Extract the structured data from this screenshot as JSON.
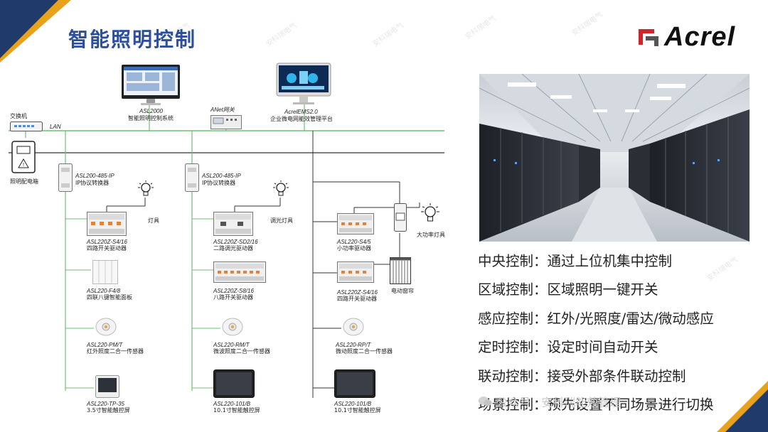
{
  "slide": {
    "title": "智能照明控制",
    "logo_text": "Acrel",
    "colors": {
      "title": "#2b4f9e",
      "accent_orange": "#e8a21c",
      "navy": "#1f3a6b",
      "bus_green": "#6fbf73",
      "logo_red": "#d2232a"
    }
  },
  "diagram": {
    "switch_label": "交换机",
    "lan_label": "LAN",
    "lighting_box_label": "照明配电箱",
    "pc1_model": "ASL2000",
    "pc1_desc": "智能照明控制系统",
    "gateway_label": "ANet网关",
    "pc2_model": "AcrelEMS2.0",
    "pc2_desc": "企业微电网能效管理平台",
    "conv1_model": "ASL200-485-IP",
    "conv1_desc": "IP协议转换器",
    "conv2_model": "ASL200-485-IP",
    "conv2_desc": "IP协议转换器",
    "lamp1": "灯具",
    "lamp2": "调光灯具",
    "lamp3": "大功率灯具",
    "curtain": "电动窗帘",
    "col1": [
      {
        "model": "ASL220Z-S4/16",
        "desc": "四路开关驱动器"
      },
      {
        "model": "ASL220-F4/8",
        "desc": "四联八键智能面板"
      },
      {
        "model": "ASL220-PM/T",
        "desc": "红外照度二合一传感器"
      },
      {
        "model": "ASL220-TP-35",
        "desc": "3.5寸智能触控屏"
      }
    ],
    "col2": [
      {
        "model": "ASL220Z-SD2/16",
        "desc": "二路调光驱动器"
      },
      {
        "model": "ASL220Z-S8/16",
        "desc": "八路开关驱动器"
      },
      {
        "model": "ASL220-RM/T",
        "desc": "微波照度二合一传感器"
      },
      {
        "model": "ASL220-101/B",
        "desc": "10.1寸智能触控屏"
      }
    ],
    "col3": [
      {
        "model": "ASL220-S4/5",
        "desc": "小功率驱动器"
      },
      {
        "model": "ASL220Z-S4/16",
        "desc": "四路开关驱动器"
      },
      {
        "model": "ASL220-RP/T",
        "desc": "微动照度二合一传感器"
      },
      {
        "model": "ASL220-101/B",
        "desc": "10.1寸智能触控屏"
      }
    ]
  },
  "features": [
    "中央控制：通过上位机集中控制",
    "区域控制：区域照明一键开关",
    "感应控制：红外/光照度/雷达/微动感应",
    "定时控制：设定时间自动开关",
    "联动控制：接受外部条件联动控制",
    "场景控制：预先设置不同场景进行切换"
  ],
  "watermark": "安科瑞电气",
  "social": "公众号 · 安科瑞能效管理"
}
